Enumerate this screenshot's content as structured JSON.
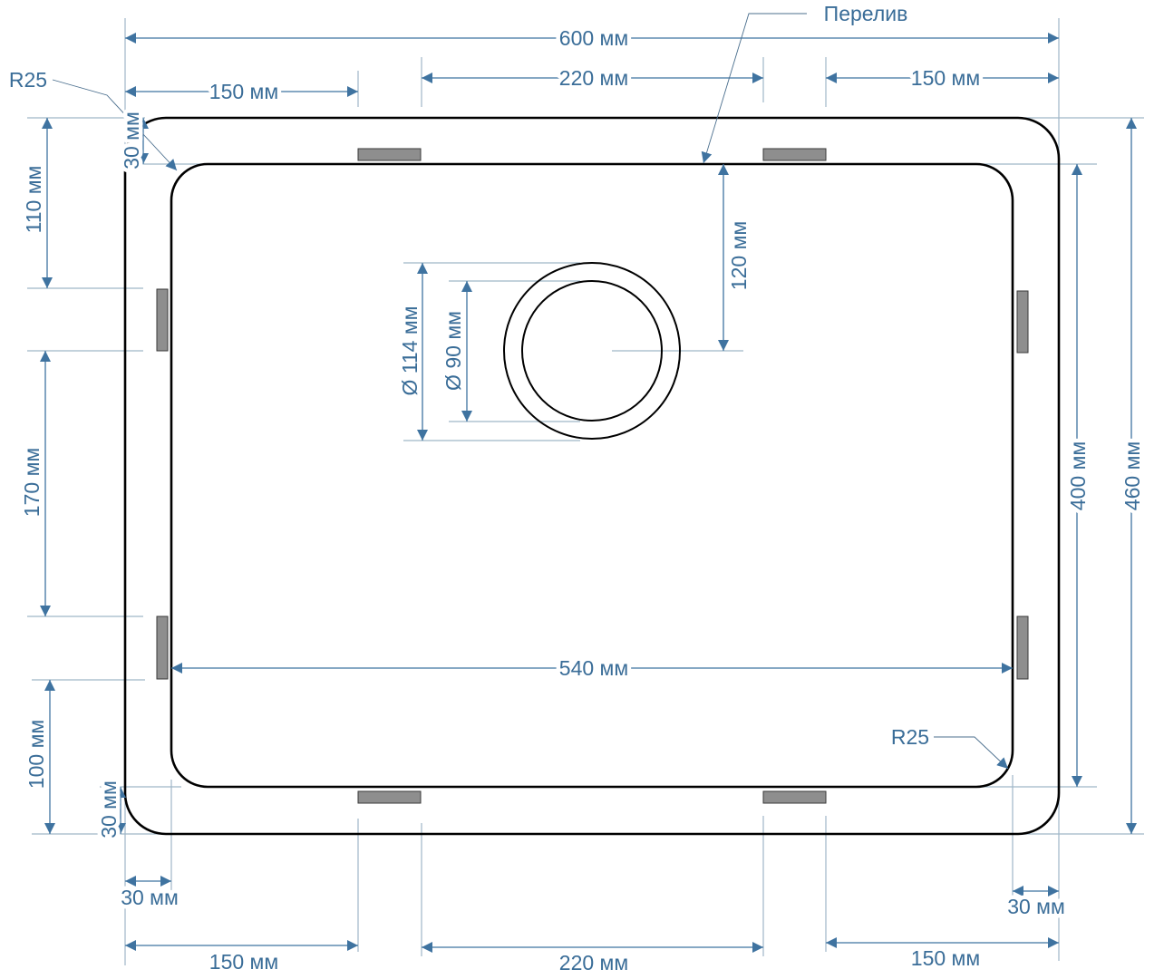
{
  "drawing": {
    "title": "Sink dimension drawing",
    "overflow_label": "Перелив",
    "outer_width": "600 мм",
    "outer_depth": "460 мм",
    "inner_width": "540 мм",
    "inner_depth": "400 мм",
    "top_left_offset": "150 мм",
    "top_center_span": "220 мм",
    "top_right_offset": "150 мм",
    "bottom_left_offset": "150 мм",
    "bottom_center_span": "220 мм",
    "bottom_right_offset": "150 мм",
    "corner_radius_top": "R25",
    "corner_radius_bottom": "R25",
    "rim_top": "30 мм",
    "rim_bottom_vertical": "30 мм",
    "rim_left": "30 мм",
    "rim_right": "30 мм",
    "left_110": "110 мм",
    "left_170": "170 мм",
    "left_100": "100 мм",
    "drain_offset": "120 мм",
    "drain_outer_diameter": "Ø 114 мм",
    "drain_inner_diameter": "Ø 90 мм"
  },
  "colors": {
    "dimension": "#3f73a0",
    "extension": "#9fb6c8",
    "outline": "#000000",
    "clip": "#8e8e8e"
  }
}
